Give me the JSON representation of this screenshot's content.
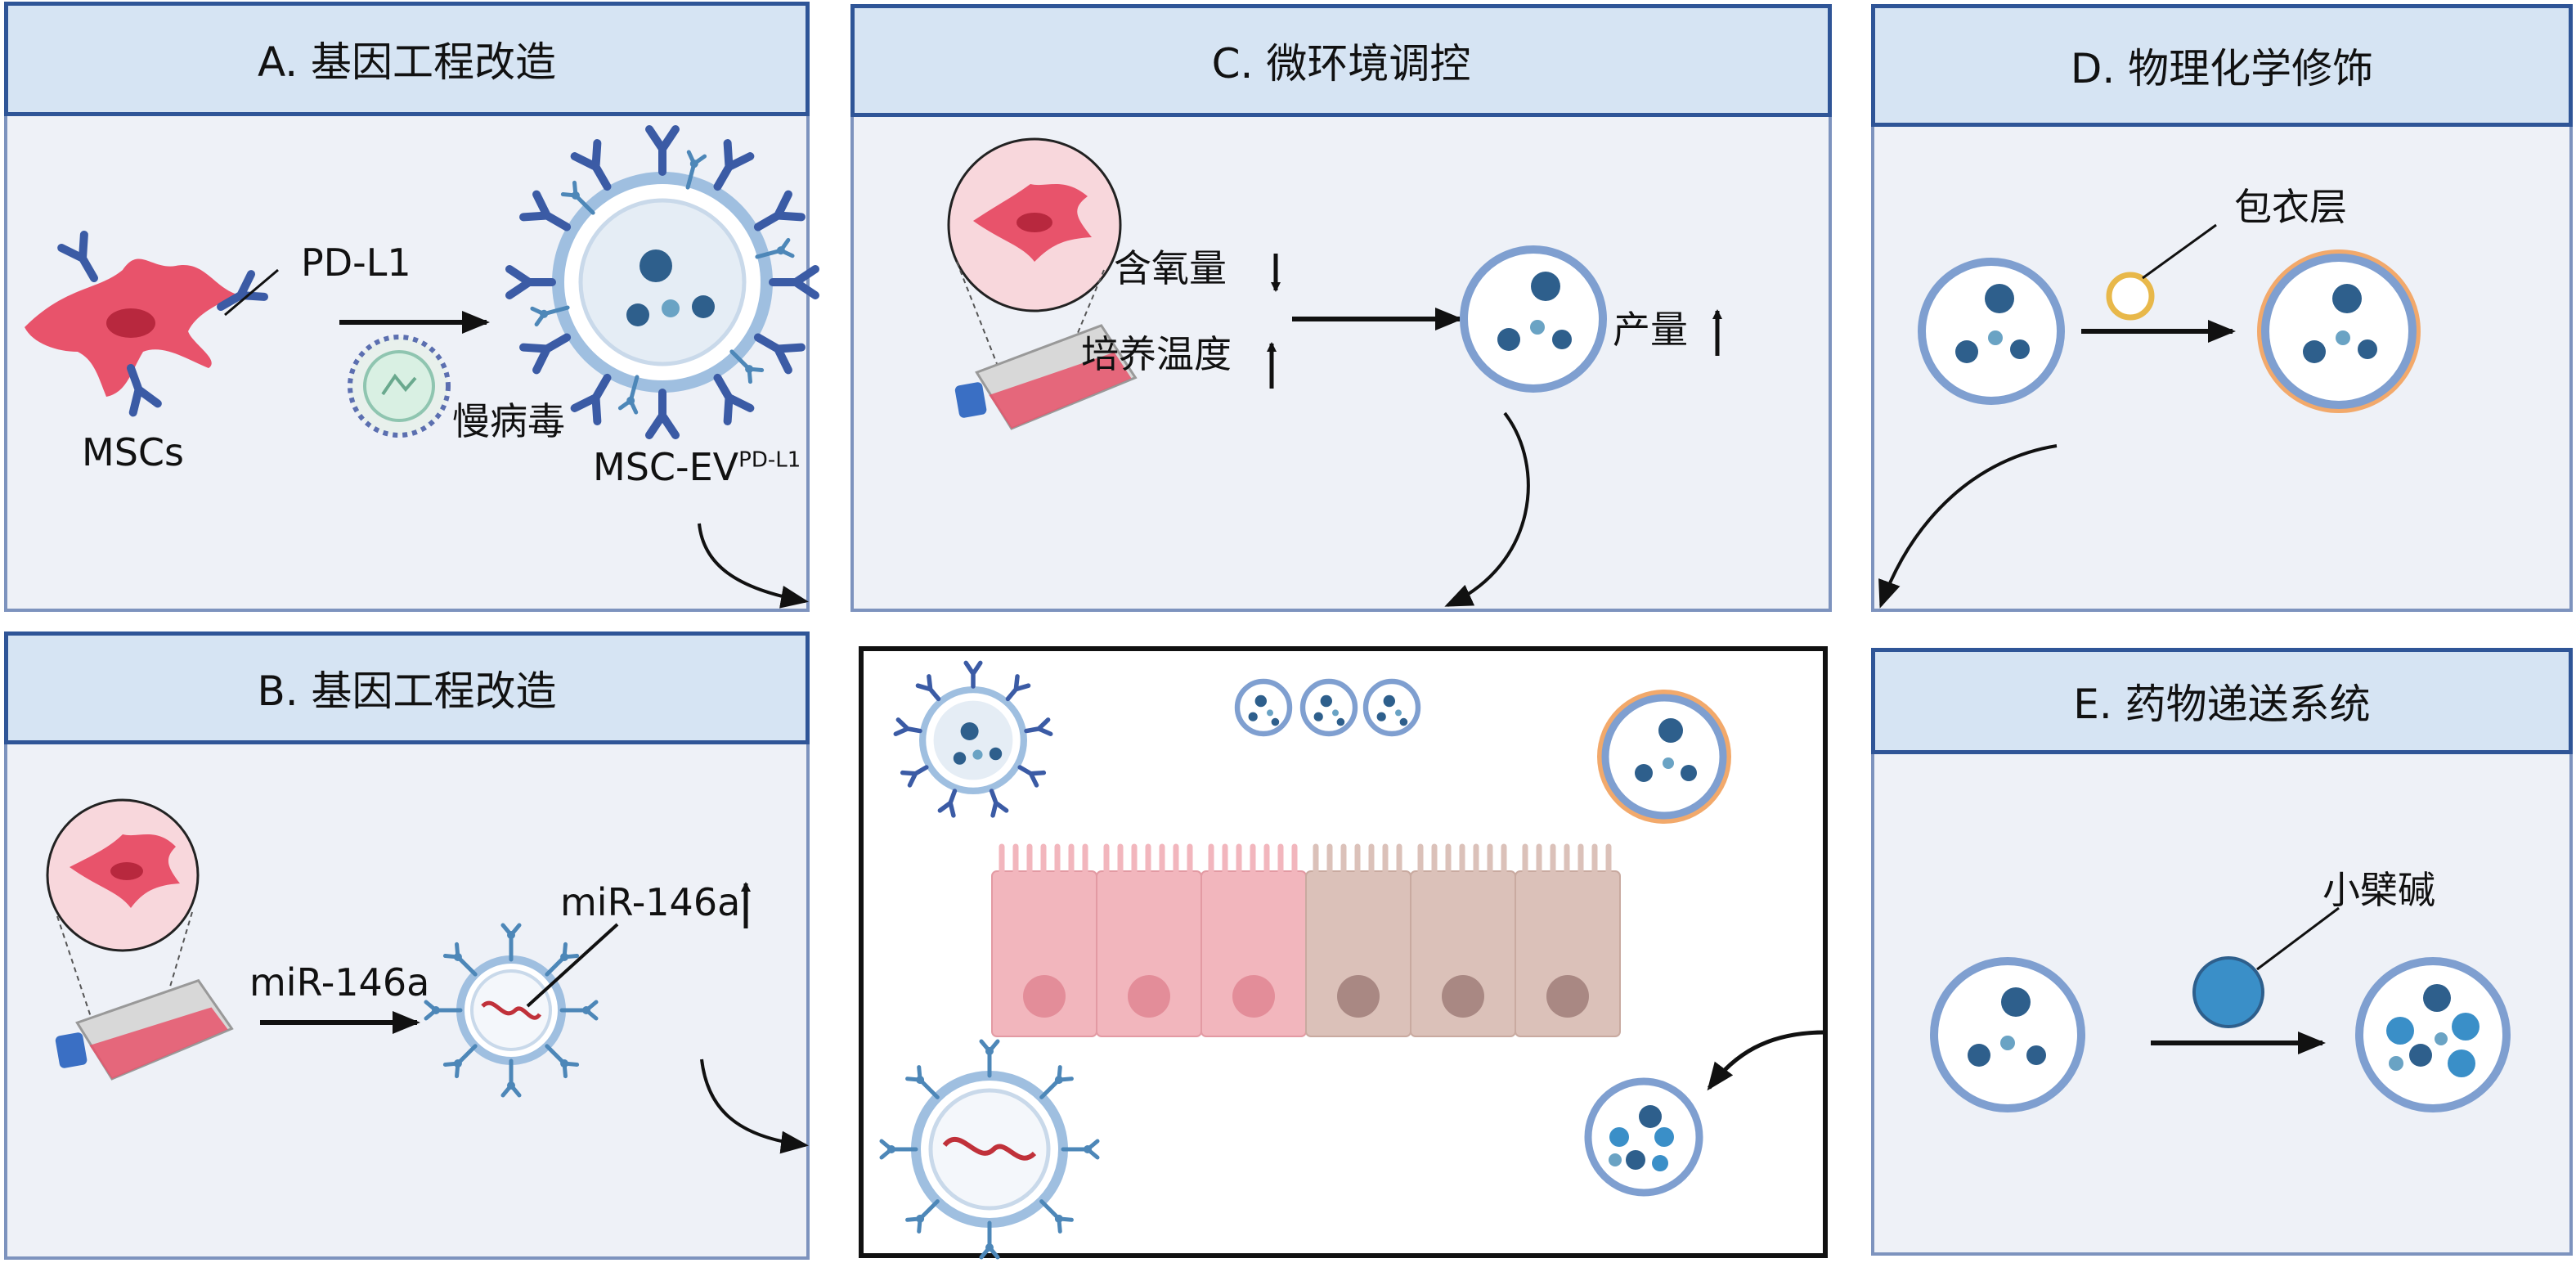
{
  "panels": {
    "a": {
      "title": "A. 基因工程改造",
      "pd_l1": "PD-L1",
      "mscs": "MSCs",
      "virus": "慢病毒",
      "product": "MSC-EV",
      "product_sup": "PD-L1"
    },
    "b": {
      "title": "B. 基因工程改造",
      "mirna": "miR-146a",
      "mirna_up": "miR-146a"
    },
    "c": {
      "title": "C. 微环境调控",
      "oxygen": "含氧量",
      "temperature": "培养温度",
      "yield": "产量"
    },
    "d": {
      "title": "D. 物理化学修饰",
      "coating": "包衣层"
    },
    "e": {
      "title": "E. 药物递送系统",
      "drug": "小檗碱"
    }
  },
  "colors": {
    "panel_border": "#7d93be",
    "header_border": "#2f5597",
    "header_fill": "#d6e4f3",
    "panel_fill": "#eef1f7",
    "cell_pink": "#e8536b",
    "ev_blue": "#2e5f8c",
    "antibody": "#3b5ba5",
    "coating_orange": "#f2a96b"
  }
}
